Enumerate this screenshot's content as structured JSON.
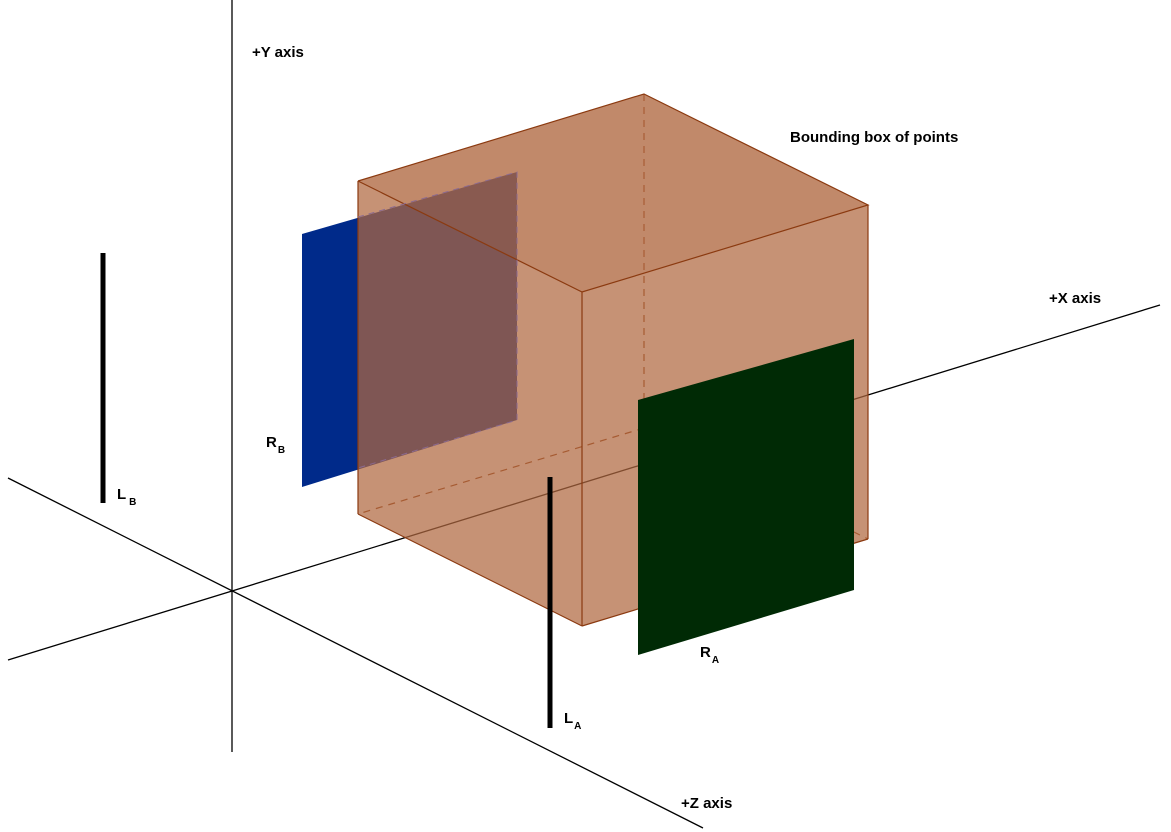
{
  "axes": {
    "y_label": "+Y axis",
    "x_label": "+X axis",
    "z_label": "+Z axis"
  },
  "bounding_box": {
    "label": "Bounding box of points",
    "fill_color": "#b06840",
    "edge_color": "#8b3a10"
  },
  "rect_a": {
    "main": "R",
    "sub": "A",
    "color": "#002a05"
  },
  "rect_b": {
    "main": "R",
    "sub": "B",
    "color": "#002a8a"
  },
  "line_a": {
    "main": "L",
    "sub": "A",
    "color": "#000000"
  },
  "line_b": {
    "main": "L",
    "sub": "B",
    "color": "#000000"
  }
}
